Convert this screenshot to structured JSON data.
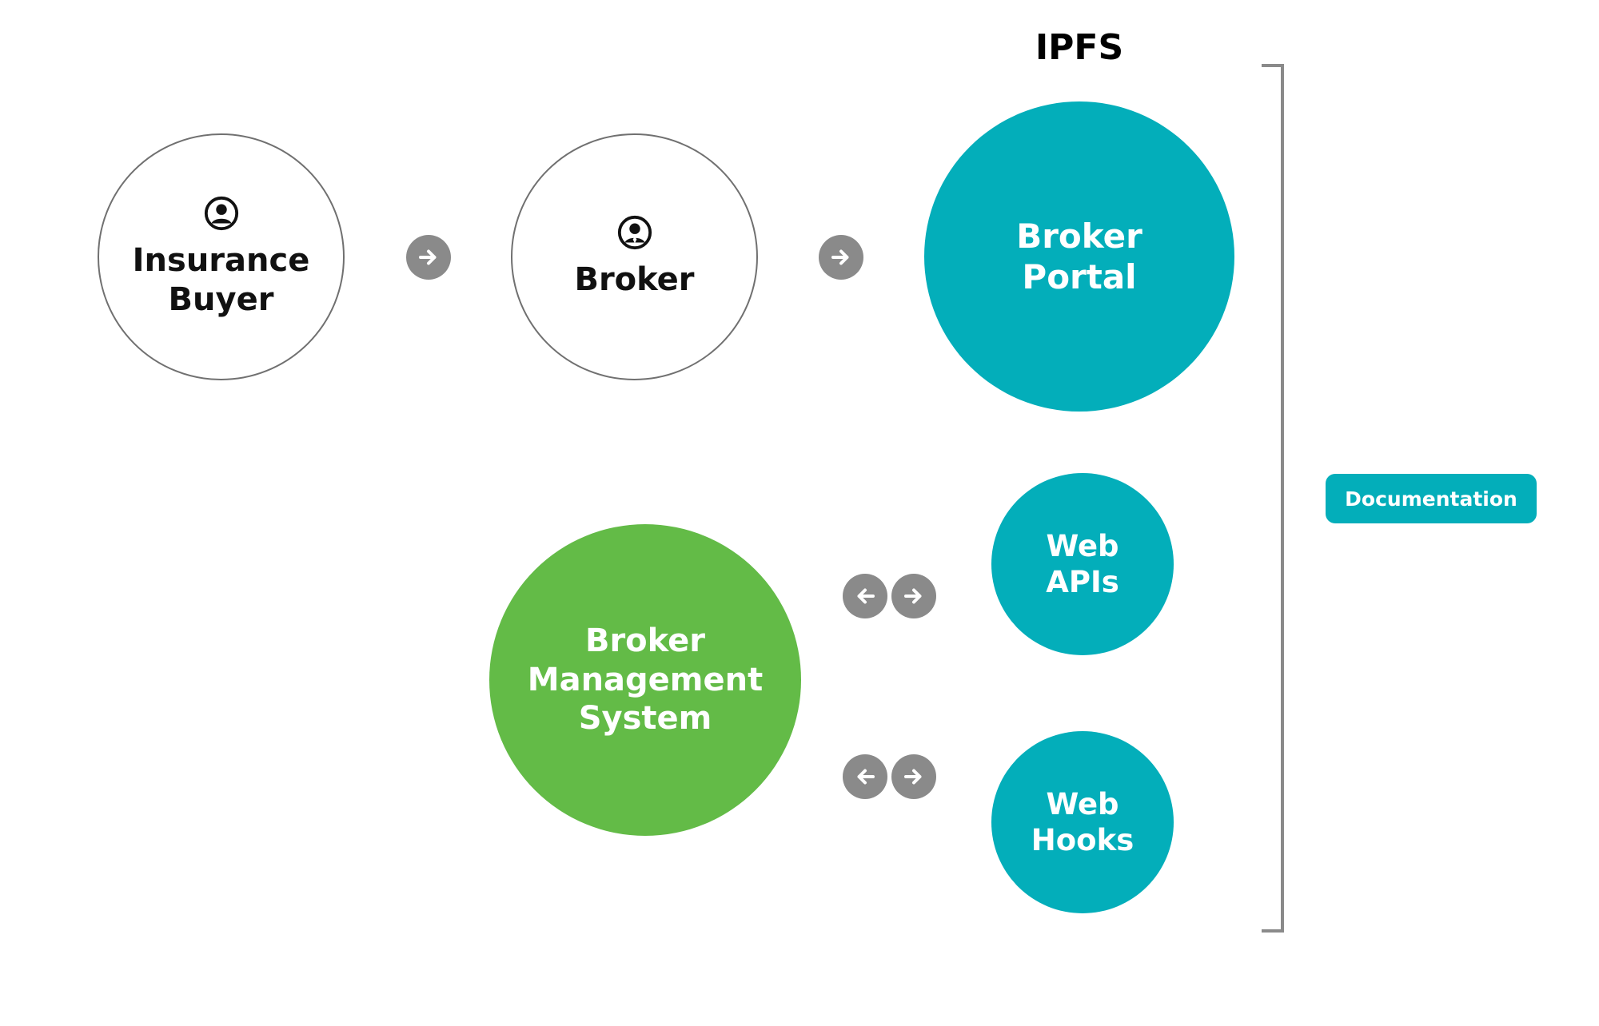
{
  "colors": {
    "teal": "#03aeba",
    "green": "#63bb47",
    "arrow_gray": "#8a8a8a",
    "outline": "#707070"
  },
  "diagram": {
    "group_title": "IPFS",
    "nodes": {
      "insurance_buyer": {
        "lines": [
          "Insurance",
          "Buyer"
        ],
        "icon": "person-icon"
      },
      "broker": {
        "lines": [
          "Broker"
        ],
        "icon": "person-tie-icon"
      },
      "broker_portal": {
        "lines": [
          "Broker",
          "Portal"
        ]
      },
      "web_apis": {
        "lines": [
          "Web",
          "APIs"
        ]
      },
      "web_hooks": {
        "lines": [
          "Web",
          "Hooks"
        ]
      },
      "broker_management_system": {
        "lines": [
          "Broker",
          "Management",
          "System"
        ]
      }
    },
    "connectors": [
      {
        "from": "Insurance Buyer",
        "to": "Broker",
        "direction": "forward"
      },
      {
        "from": "Broker",
        "to": "Broker Portal",
        "direction": "forward"
      },
      {
        "from": "Broker Management System",
        "to": "Web APIs",
        "direction": "bidirectional"
      },
      {
        "from": "Broker Management System",
        "to": "Web Hooks",
        "direction": "bidirectional"
      }
    ],
    "documentation_button": "Documentation"
  }
}
